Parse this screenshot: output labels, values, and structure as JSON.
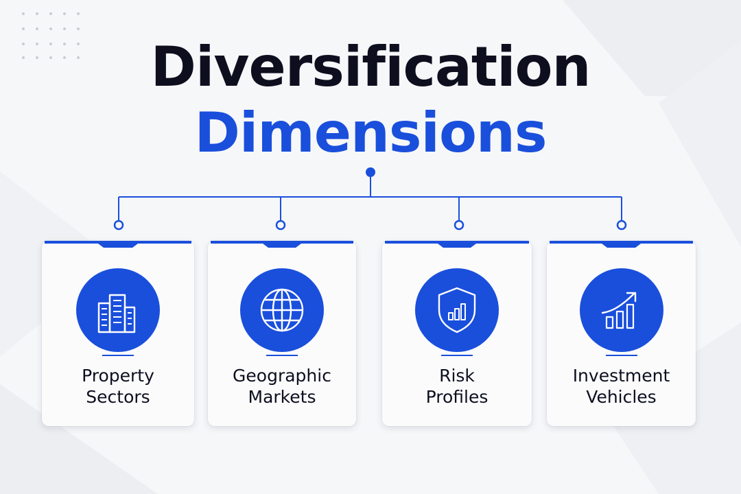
{
  "colors": {
    "accent": "#1a4fdc",
    "dark": "#0d0f1f",
    "background": "#f6f7f9"
  },
  "title": {
    "line1": "Diversification",
    "line2": "Dimensions"
  },
  "cards": [
    {
      "line1": "Property",
      "line2": "Sectors",
      "icon": "buildings-icon"
    },
    {
      "line1": "Geographic",
      "line2": "Markets",
      "icon": "globe-icon"
    },
    {
      "line1": "Risk",
      "line2": "Profiles",
      "icon": "shield-chart-icon"
    },
    {
      "line1": "Investment",
      "line2": "Vehicles",
      "icon": "growth-chart-icon"
    }
  ]
}
